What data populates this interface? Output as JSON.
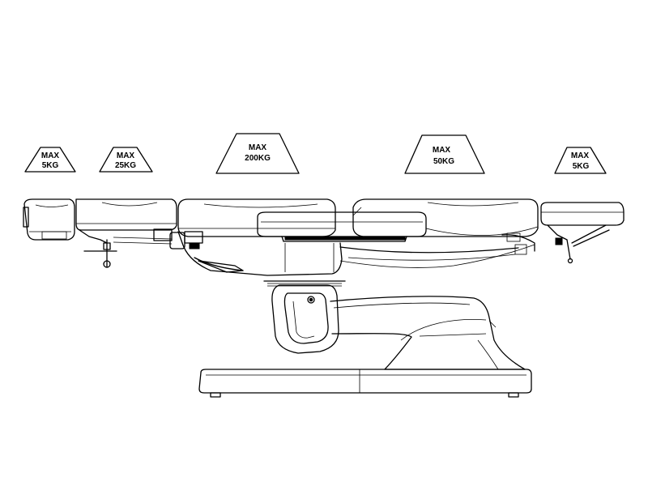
{
  "load_limits": [
    {
      "line1": "MAX",
      "line2": "5KG"
    },
    {
      "line1": "MAX",
      "line2": "25KG"
    },
    {
      "line1": "MAX",
      "line2": "200KG"
    },
    {
      "line1": "MAX",
      "line2": "50KG"
    },
    {
      "line1": "MAX",
      "line2": "5KG"
    }
  ],
  "colors": {
    "line": "#000000",
    "background": "#ffffff"
  }
}
